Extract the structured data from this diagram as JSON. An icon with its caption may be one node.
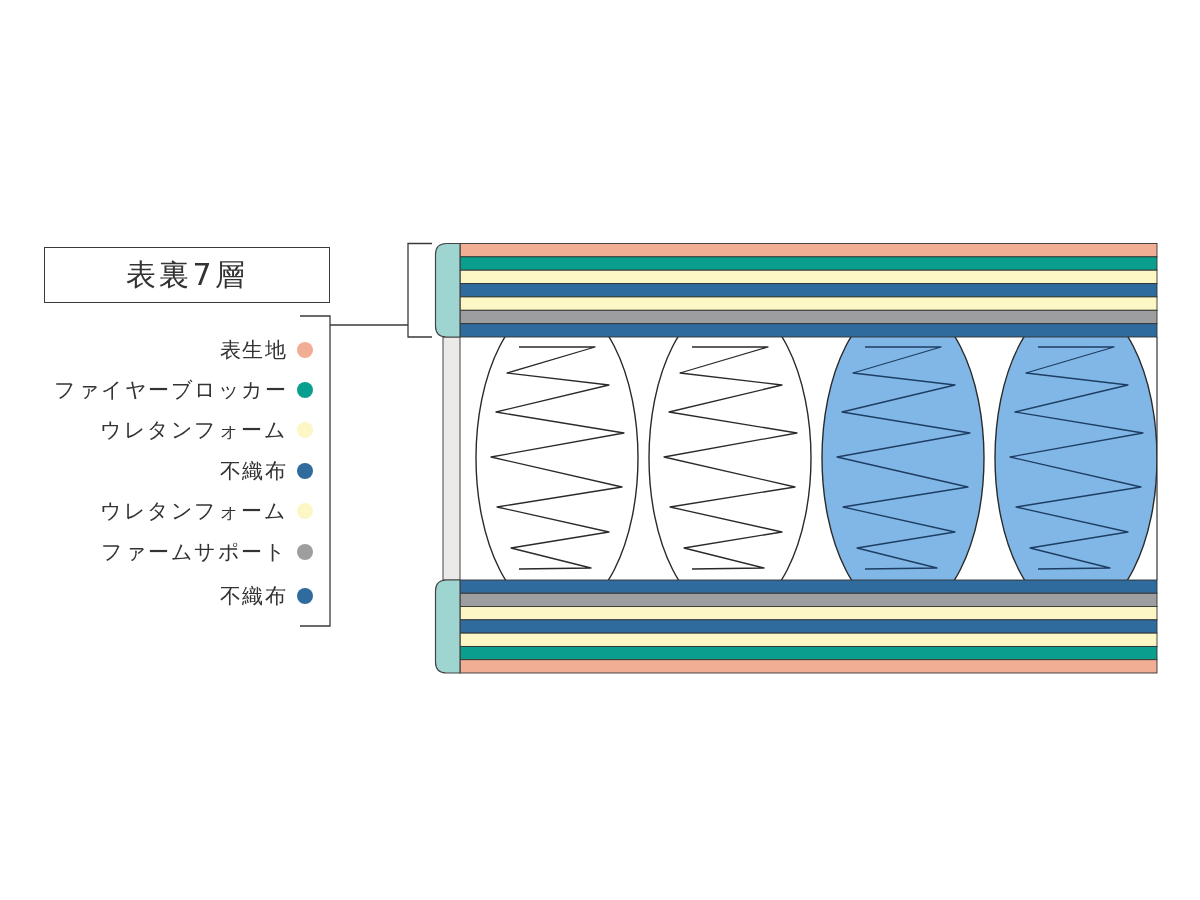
{
  "diagram": {
    "nodes": [
      {
        "text": [
          "表裏7層"
        ]
      }
    ],
    "legend": [
      {
        "text": "表生地",
        "color": "#f2ae95"
      },
      {
        "text": "ファイヤーブロッカー",
        "color": "#0a9e8e"
      },
      {
        "text": "ウレタンフォーム",
        "color": "#fcf7c4"
      },
      {
        "text": "不織布",
        "color": "#2f6b9c"
      },
      {
        "text": "ウレタンフォーム",
        "color": "#fcf7c4"
      },
      {
        "text": "ファームサポート",
        "color": "#9d9e9f"
      },
      {
        "text": "不織布",
        "color": "#2f6b9c"
      }
    ]
  }
}
